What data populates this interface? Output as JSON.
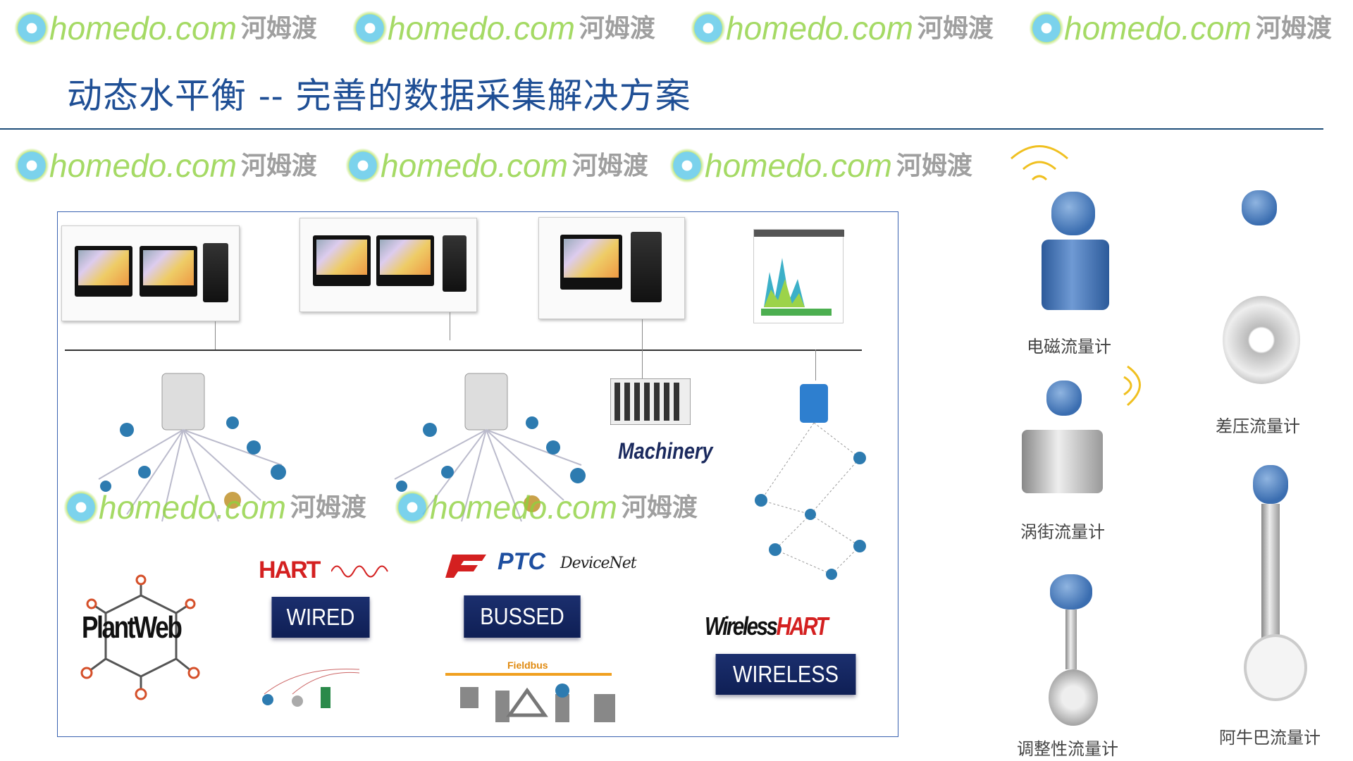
{
  "title": "动态水平衡 -- 完善的数据采集解决方案",
  "watermark": {
    "text": "homedo.com",
    "cn": "河姆渡"
  },
  "diagram": {
    "machinery": "Machinery",
    "hart": "HART",
    "wired": "WIRED",
    "bussed": "BUSSED",
    "ptc": "PTC",
    "devicenet": "DeviceNet",
    "wirelesshart_a": "Wireless",
    "wirelesshart_b": "HART",
    "wireless": "WIRELESS",
    "plantweb": "PlantWeb",
    "fieldbus": "Fieldbus"
  },
  "instruments": [
    {
      "label": "电磁流量计"
    },
    {
      "label": "差压流量计"
    },
    {
      "label": "涡街流量计"
    },
    {
      "label": "调整性流量计"
    },
    {
      "label": "阿牛巴流量计"
    }
  ],
  "colors": {
    "title": "#1f4f95",
    "button": "#1b2f6e",
    "hart": "#d42020",
    "wave": "#f0c020"
  }
}
